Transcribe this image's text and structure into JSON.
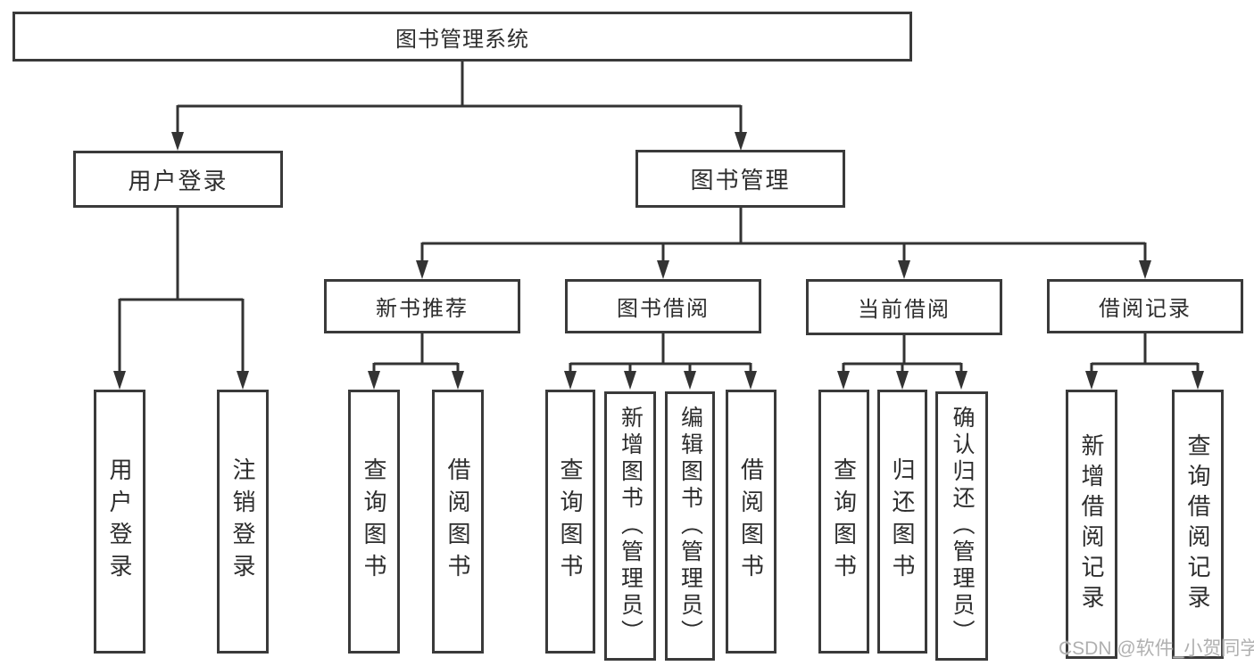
{
  "diagram": {
    "root": {
      "label": "图书管理系统"
    },
    "branches": [
      {
        "label": "用户登录",
        "children": [
          {
            "label": "用户登录"
          },
          {
            "label": "注销登录"
          }
        ]
      },
      {
        "label": "图书管理",
        "children": [
          {
            "label": "新书推荐",
            "children": [
              {
                "label": "查询图书"
              },
              {
                "label": "借阅图书"
              }
            ]
          },
          {
            "label": "图书借阅",
            "children": [
              {
                "label": "查询图书"
              },
              {
                "label": "新增图书（管理员）"
              },
              {
                "label": "编辑图书（管理员）"
              },
              {
                "label": "借阅图书"
              }
            ]
          },
          {
            "label": "当前借阅",
            "children": [
              {
                "label": "查询图书"
              },
              {
                "label": "归还图书"
              },
              {
                "label": "确认归还（管理员）"
              }
            ]
          },
          {
            "label": "借阅记录",
            "children": [
              {
                "label": "新增借阅记录"
              },
              {
                "label": "查询借阅记录"
              }
            ]
          }
        ]
      }
    ]
  },
  "watermark": {
    "text": "CSDN @软件_小贺同学"
  },
  "colors": {
    "box_border": "#3a3a3a",
    "connector_line": "#333333",
    "label_text": "#2d2d2d",
    "watermark_text": "#b0b0b0",
    "background": "#ffffff"
  }
}
